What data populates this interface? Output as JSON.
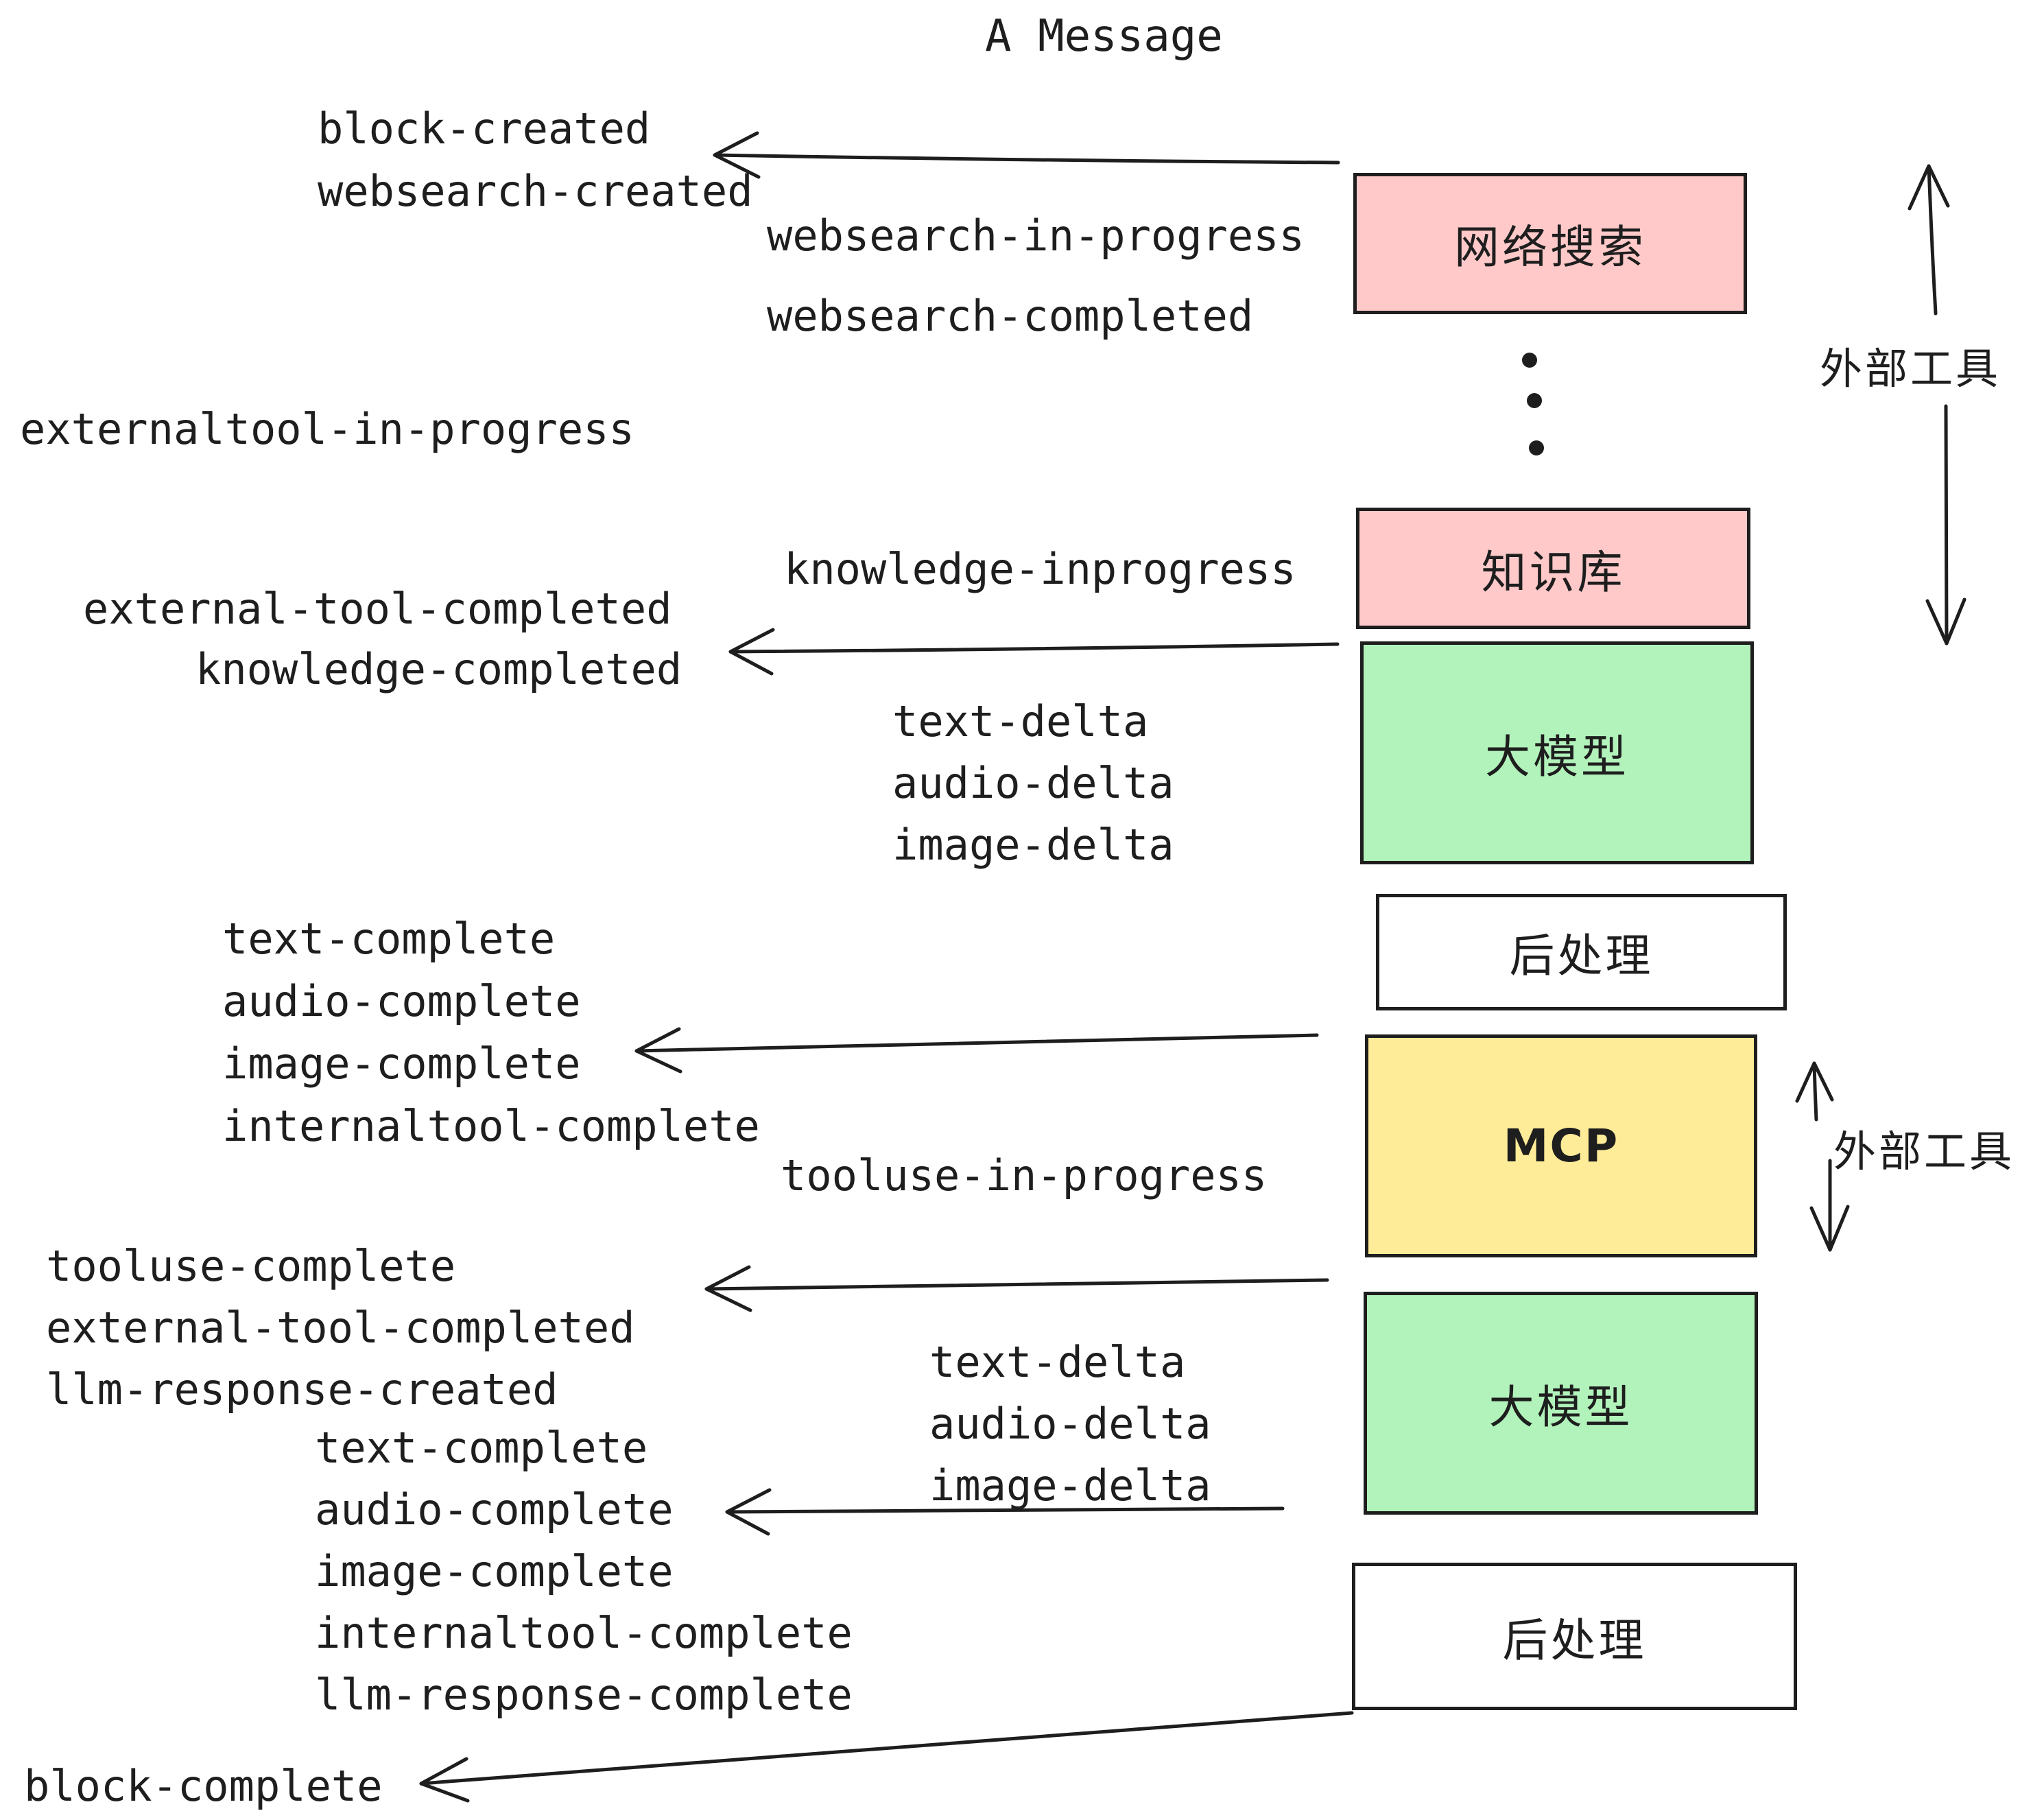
{
  "title": "A Message",
  "colors": {
    "ink": "#1e1e1e",
    "pink": "#ffc9c9",
    "green": "#b2f2bb",
    "yellow": "#ffec99",
    "white": "#ffffff"
  },
  "boxes": [
    {
      "label": "网络搜索",
      "fill": "#ffc9c9"
    },
    {
      "label": "知识库",
      "fill": "#ffc9c9"
    },
    {
      "label": "大模型",
      "fill": "#b2f2bb"
    },
    {
      "label": "后处理",
      "fill": "#ffffff"
    },
    {
      "label": "MCP",
      "fill": "#ffec99"
    },
    {
      "label": "大模型",
      "fill": "#b2f2bb"
    },
    {
      "label": "后处理",
      "fill": "#ffffff"
    }
  ],
  "side_labels": [
    {
      "text": "外部工具"
    },
    {
      "text": "外部工具"
    }
  ],
  "events": [
    "block-created",
    "websearch-created",
    "websearch-in-progress",
    "websearch-completed",
    "externaltool-in-progress",
    "knowledge-inprogress",
    "external-tool-completed",
    "knowledge-completed",
    "text-delta",
    "audio-delta",
    "image-delta",
    "text-complete",
    "audio-complete",
    "image-complete",
    "internaltool-complete",
    "tooluse-in-progress",
    "tooluse-complete",
    "external-tool-completed",
    "llm-response-created",
    "text-complete",
    "audio-complete",
    "image-complete",
    "internaltool-complete",
    "llm-response-complete",
    "text-delta",
    "audio-delta",
    "image-delta",
    "block-complete"
  ]
}
